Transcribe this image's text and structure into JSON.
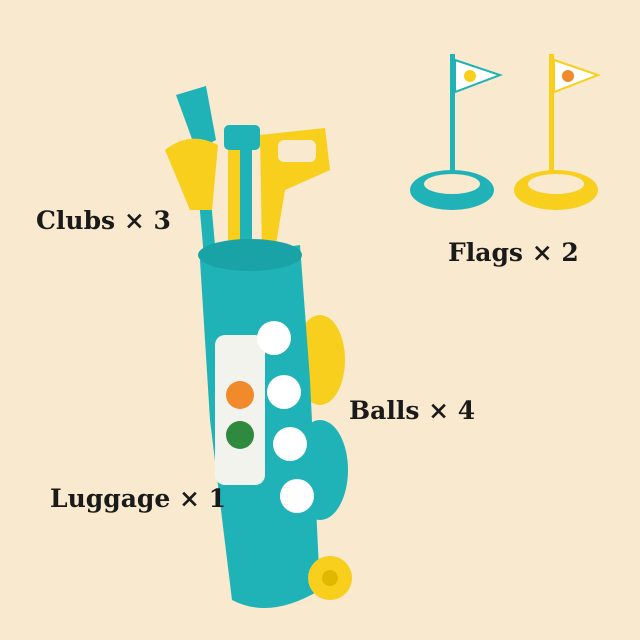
{
  "labels": {
    "clubs": "Clubs × 3",
    "flags": "Flags × 2",
    "balls": "Balls × 4",
    "luggage": "Luggage × 1"
  },
  "colors": {
    "background": "#f8e9cf",
    "teal": "#1fb3b8",
    "yellow": "#f8cf1c"
  }
}
